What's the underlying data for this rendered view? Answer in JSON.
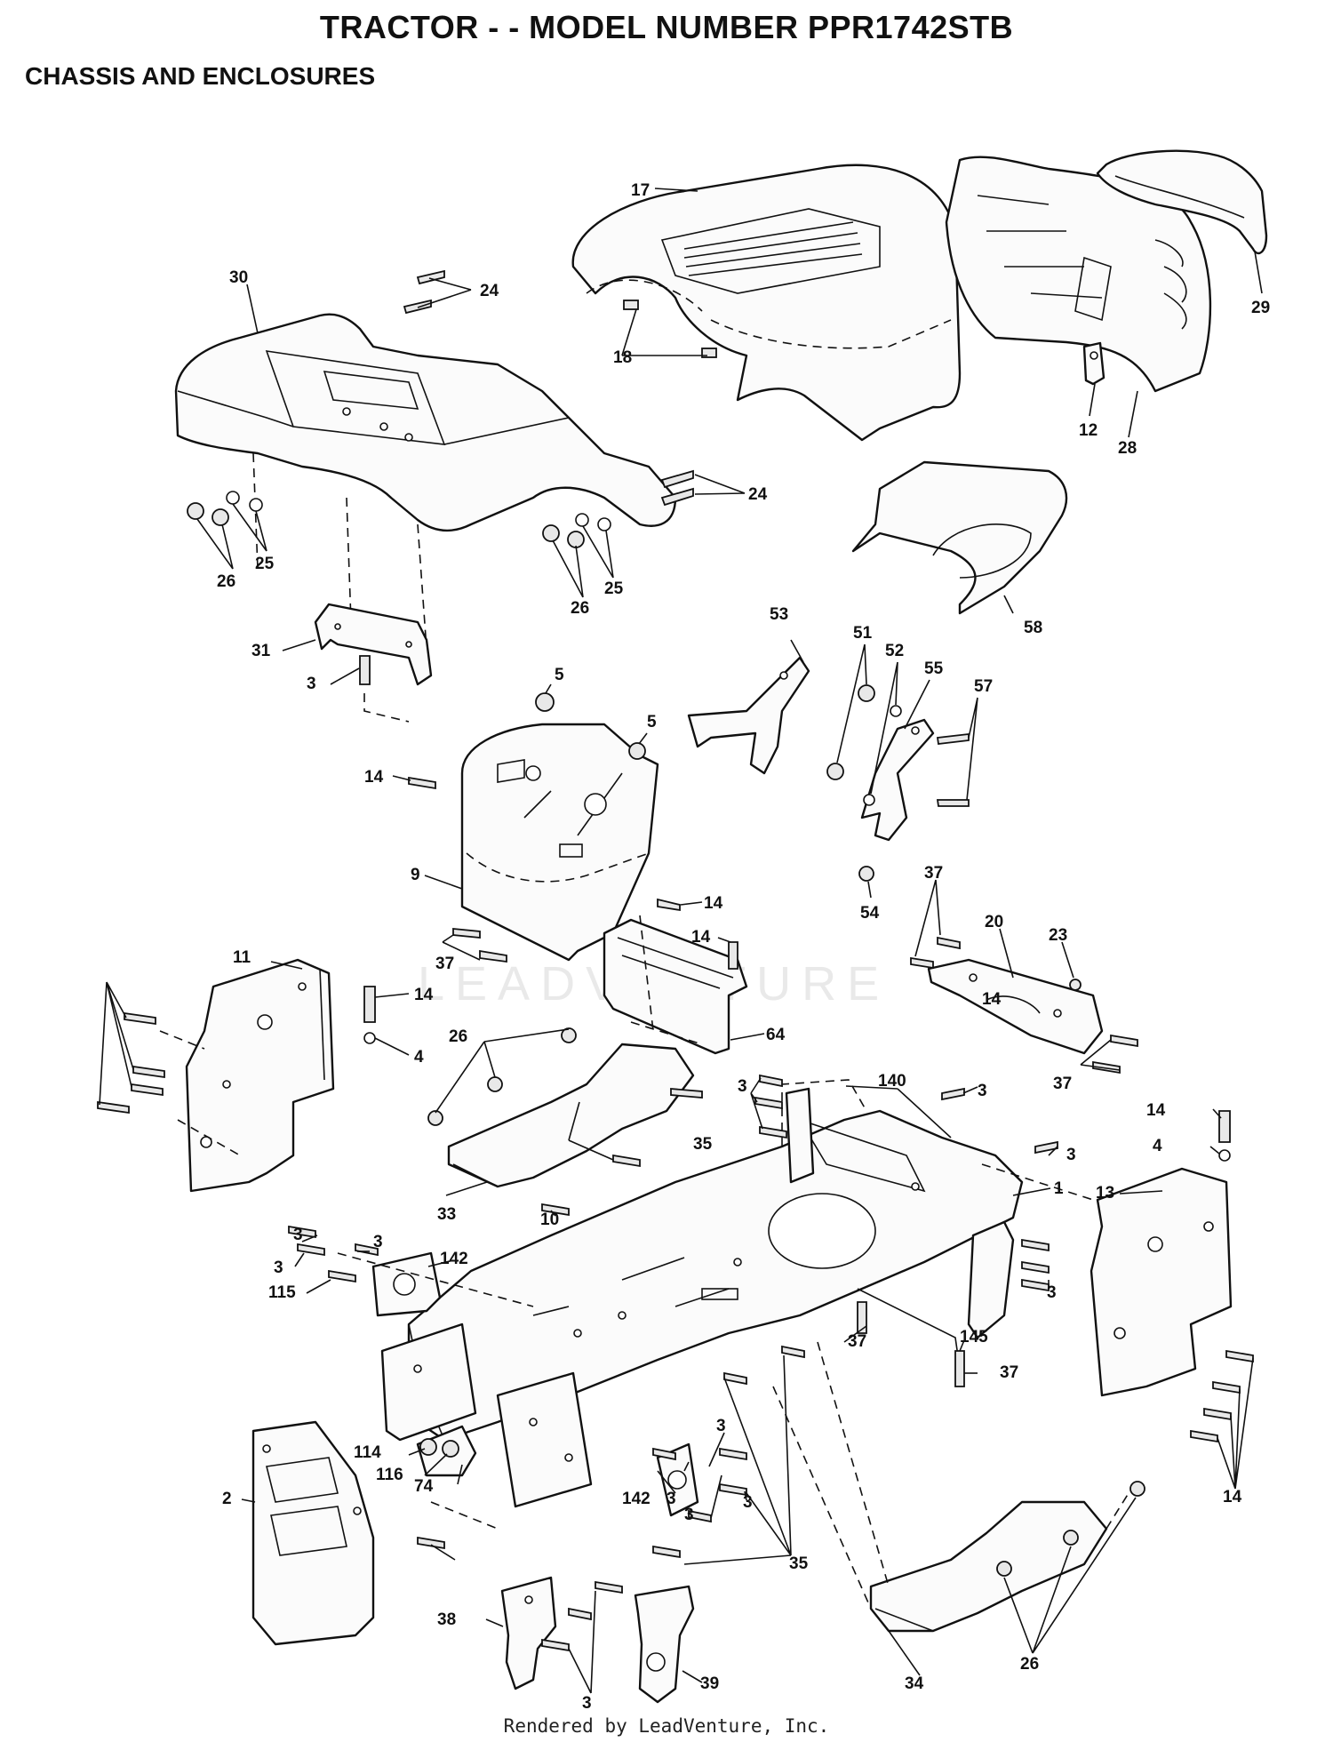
{
  "header": {
    "title": "TRACTOR - - MODEL NUMBER PPR1742STB",
    "section": "CHASSIS AND ENCLOSURES"
  },
  "footer": {
    "credit": "Rendered by LeadVenture, Inc."
  },
  "watermark": {
    "text": "LEADVENTURE"
  },
  "callouts": [
    "17",
    "30",
    "24",
    "18",
    "12",
    "28",
    "29",
    "24",
    "25",
    "26",
    "25",
    "26",
    "58",
    "53",
    "51",
    "52",
    "55",
    "57",
    "31",
    "3",
    "5",
    "5",
    "14",
    "9",
    "54",
    "37",
    "20",
    "23",
    "14",
    "14",
    "37",
    "11",
    "14",
    "4",
    "26",
    "64",
    "37",
    "14",
    "3",
    "140",
    "3",
    "14",
    "4",
    "35",
    "3",
    "13",
    "1",
    "33",
    "10",
    "3",
    "3",
    "3",
    "142",
    "115",
    "3",
    "145",
    "37",
    "37",
    "114",
    "116",
    "74",
    "2",
    "142",
    "3",
    "3",
    "3",
    "35",
    "3",
    "14",
    "38",
    "3",
    "39",
    "34",
    "26"
  ]
}
